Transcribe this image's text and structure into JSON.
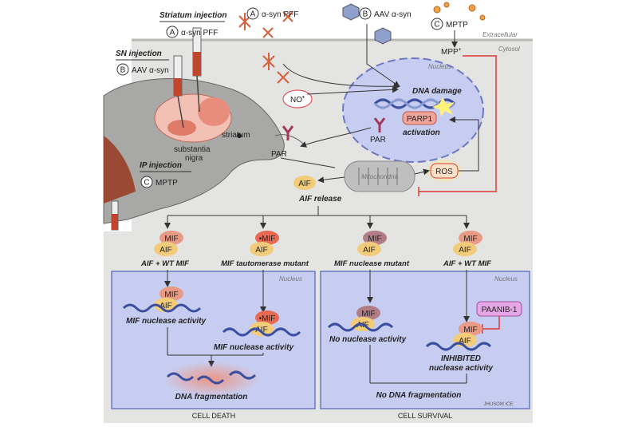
{
  "labels": {
    "striatum_injection_title": "Striatum injection",
    "striatum_injection_item": "α-syn PFF",
    "sn_injection_title": "SN injection",
    "sn_injection_item": "AAV α-syn",
    "ip_injection_title": "IP injection",
    "ip_injection_item": "MPTP",
    "circle_a": "A",
    "circle_b": "B",
    "circle_c": "C",
    "top_a_label": "α-syn PFF",
    "top_b_label": "AAV α-syn",
    "top_c_label": "MPTP",
    "mpp": "MPP",
    "mpp_sup": "+",
    "extracellular": "Extracellular",
    "cytosol": "Cytosol",
    "nucleus_top": "Nucleus",
    "dna_damage": "DNA damage",
    "parp1": "PARP1",
    "activation": "activation",
    "par_nucleus": "PAR",
    "par_cytosol": "PAR",
    "no_radical": "NO",
    "no_sup": "•",
    "ros": "ROS",
    "mitochondria": "Mitochondria",
    "aif": "AIF",
    "aif_release": "AIF release",
    "substantia_nigra_1": "substantia",
    "substantia_nigra_2": "nigra",
    "striatum": "striatum",
    "mif": "MIF",
    "dot_mif": "•MIF",
    "col1_title": "AIF + WT MIF",
    "col2_title": "MIF tautomerase mutant",
    "col3_title": "MIF nuclease mutant",
    "col4_title": "AIF + WT MIF",
    "nucleus_bottom_left": "Nucleus",
    "nucleus_bottom_right": "Nucleus",
    "mif_nuclease_activity_1": "MIF nuclease activity",
    "mif_nuclease_activity_2": "MIF nuclease activity",
    "dna_fragmentation": "DNA fragmentation",
    "no_nuclease_activity": "No nuclease activity",
    "paanib": "PAANIB-1",
    "inhibited": "INHIBITED",
    "nuclease_activity": "nuclease activity",
    "no_dna_fragmentation": "No DNA fragmentation",
    "cell_death": "CELL DEATH",
    "cell_survival": "CELL SURVIVAL",
    "signature": "JHUSOM ICE"
  },
  "colors": {
    "cytosol_bg": "#e4e4e2",
    "nucleus_fill": "#c7cdf0",
    "nucleus_border": "#6d78c2",
    "aif_fill": "#f2cc78",
    "mif_fill": "#e89a84",
    "mif_mutant_fill": "#b07c86",
    "parp1_fill": "#f0a59a",
    "pff_color": "#d8603c",
    "inhibition_red": "#e03a3a",
    "paanib_fill": "#e7a7e6",
    "dna_blue": "#3b4fa0"
  }
}
